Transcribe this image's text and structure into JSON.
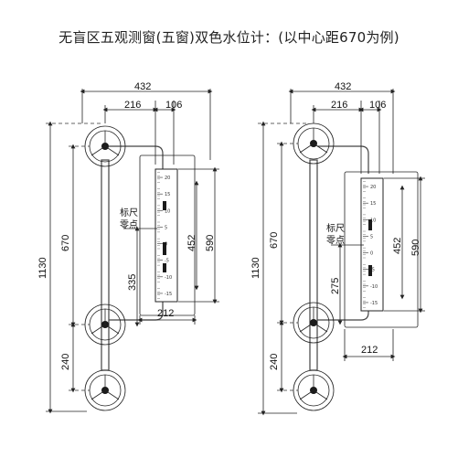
{
  "title": "无盲区五观测窗(五窗)双色水位计：(以中心距670为例)",
  "left_gauge": {
    "overall_width": "432",
    "center_to_body": "216",
    "body_width": "106",
    "center_distance": "670",
    "total_height": "1130",
    "visible_range": "452",
    "window_height": "590",
    "zero_offset": "335",
    "bottom_spacing": "240",
    "body_depth": "212",
    "zero_label_line1": "标尺",
    "zero_label_line2": "零点",
    "scale_ticks": [
      "20",
      "15",
      "10",
      "5",
      "0",
      "-5",
      "-10",
      "-15"
    ]
  },
  "right_gauge": {
    "overall_width": "432",
    "center_to_body": "216",
    "body_width": "106",
    "center_distance": "670",
    "total_height": "1130",
    "visible_range": "452",
    "window_height": "590",
    "zero_offset": "275",
    "bottom_spacing": "240",
    "body_depth": "212",
    "zero_label_line1": "标尺",
    "zero_label_line2": "零点",
    "scale_ticks": [
      "20",
      "15",
      "10",
      "5",
      "0",
      "-5",
      "-10",
      "-15"
    ]
  },
  "colors": {
    "line": "#222222",
    "red_water": "#d23a2a",
    "marker": "#1a1a1a"
  }
}
